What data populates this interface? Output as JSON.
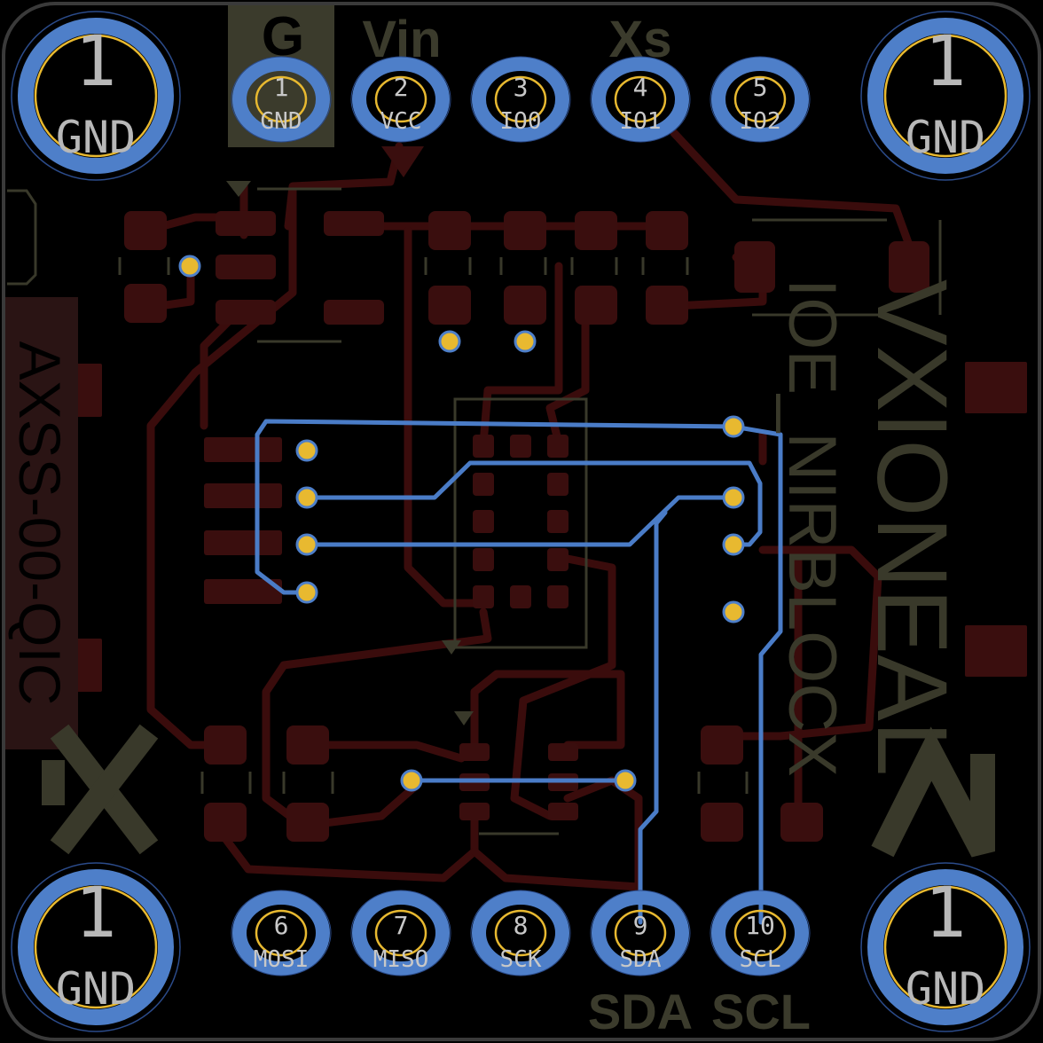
{
  "colors": {
    "board": "#000000",
    "outline": "#3a3a3a",
    "copper_top": "#3a0c0c",
    "pad_top": "#3a0e0e",
    "copper_bottom": "#4a7cc7",
    "pad_ring": "#4e7fc9",
    "via_gold": "#e8b930",
    "silk": "#39392a",
    "silk_label": "#3b3b2c",
    "pin_text": "#c8c8c8",
    "mount_text": "#b8b8b8"
  },
  "silkscreen": {
    "g": "G",
    "vin": "Vin",
    "xs": "Xs",
    "sda": "SDA",
    "scl": "SCL",
    "part_number": "AXSS-00-QIC",
    "chip_name": "IOE_NIRBLOCX",
    "brand": "VXIONEAL"
  },
  "header_pins": [
    {
      "number": "1",
      "name": "GND"
    },
    {
      "number": "2",
      "name": "VCC"
    },
    {
      "number": "3",
      "name": "IO0"
    },
    {
      "number": "4",
      "name": "IO1"
    },
    {
      "number": "5",
      "name": "IO2"
    },
    {
      "number": "6",
      "name": "MOSI"
    },
    {
      "number": "7",
      "name": "MISO"
    },
    {
      "number": "8",
      "name": "SCK"
    },
    {
      "number": "9",
      "name": "SDA"
    },
    {
      "number": "10",
      "name": "SCL"
    }
  ],
  "mounting_holes": [
    {
      "number": "1",
      "name": "GND"
    },
    {
      "number": "1",
      "name": "GND"
    },
    {
      "number": "1",
      "name": "GND"
    },
    {
      "number": "1",
      "name": "GND"
    }
  ]
}
